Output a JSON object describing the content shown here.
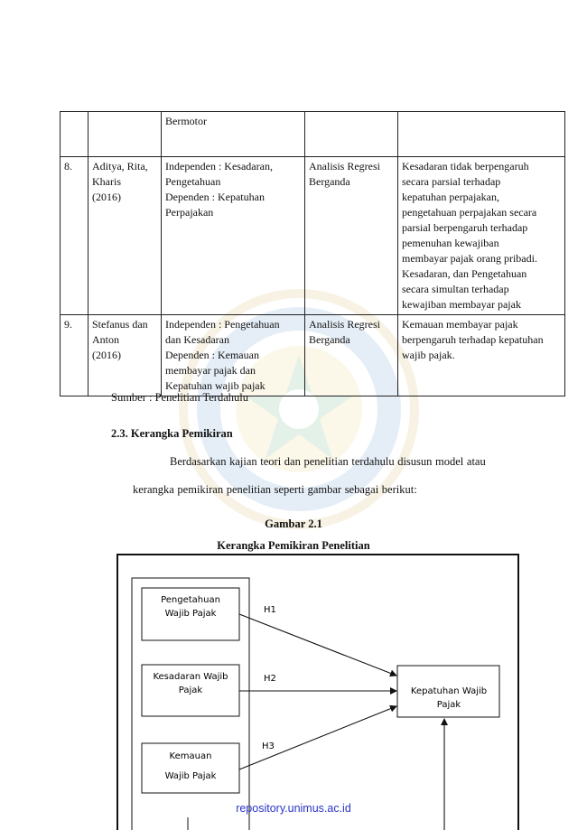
{
  "table": {
    "rows": [
      {
        "no": "",
        "author": [],
        "variables": [
          "Bermotor"
        ],
        "method": [],
        "result": []
      },
      {
        "no": "8.",
        "author": [
          "Aditya, Rita,",
          "Kharis",
          "(2016)"
        ],
        "variables": [
          "Independen : Kesadaran,",
          "Pengetahuan",
          "Dependen : Kepatuhan",
          "Perpajakan"
        ],
        "method": [
          "Analisis Regresi",
          "Berganda"
        ],
        "result": [
          "Kesadaran tidak berpengaruh",
          "secara parsial terhadap",
          "kepatuhan perpajakan,",
          "pengetahuan perpajakan secara",
          "parsial berpengaruh terhadap",
          "pemenuhan kewajiban",
          "membayar pajak orang pribadi.",
          "Kesadaran, dan Pengetahuan",
          "secara simultan terhadap",
          "kewajiban membayar pajak"
        ]
      },
      {
        "no": "9.",
        "author": [
          "Stefanus dan",
          "Anton",
          "(2016)"
        ],
        "variables": [
          "Independen : Pengetahuan",
          "dan Kesadaran",
          "Dependen : Kemauan",
          "membayar pajak dan",
          "Kepatuhan wajib pajak"
        ],
        "method": [
          "Analisis Regresi",
          "Berganda"
        ],
        "result": [
          "Kemauan membayar pajak",
          "berpengaruh terhadap kepatuhan",
          "wajib pajak."
        ]
      }
    ]
  },
  "source_note": "Sumber : Penelitian Terdahulu",
  "section_heading": "2.3. Kerangka Pemikiran",
  "paragraph_line1": "Berdasarkan kajian teori dan penelitian terdahulu disusun model atau",
  "paragraph_line2": "kerangka pemikiran penelitian seperti gambar sebagai berikut:",
  "figure_number": "Gambar 2.1",
  "figure_title": "Kerangka Pemikiran Penelitian",
  "diagram": {
    "independent_vars": [
      {
        "line1": "Pengetahuan",
        "line2": "Wajib Pajak",
        "hypothesis": "H1"
      },
      {
        "line1": "Kesadaran Wajib",
        "line2": "Pajak",
        "hypothesis": "H2"
      },
      {
        "line1": "Kemauan",
        "line2": "Wajib Pajak",
        "hypothesis": "H3"
      }
    ],
    "dependent_var": {
      "line1": "Kepatuhan Wajib",
      "line2": "Pajak"
    }
  },
  "footer_watermark_url": "repository.unimus.ac.id"
}
